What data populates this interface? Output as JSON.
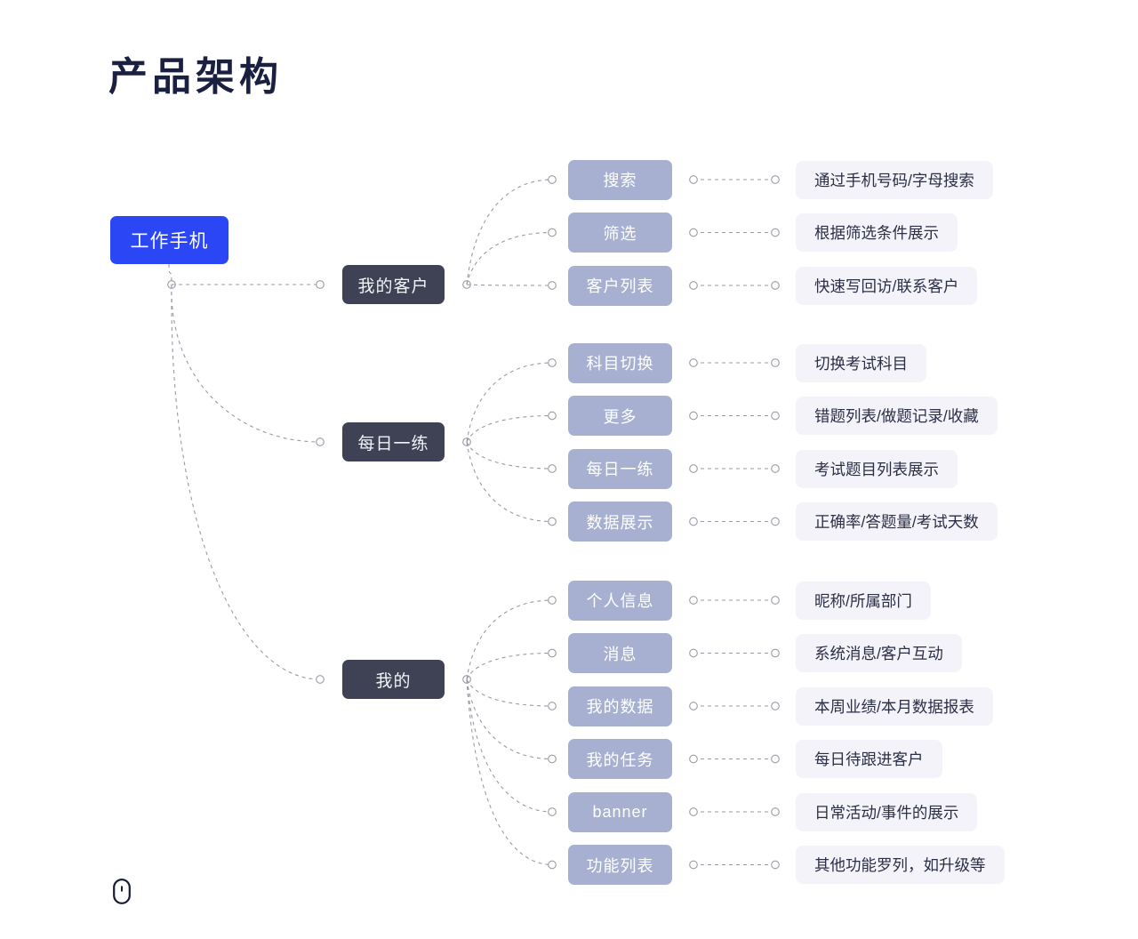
{
  "page": {
    "title": "产品架构",
    "background": "#ffffff",
    "title_color": "#1b2040"
  },
  "colors": {
    "root_node": "#2b46f5",
    "level2_node": "#3e4254",
    "level3_node": "#a7b0d0",
    "level4_node": "#f5f3fa",
    "connector": "#9a9aa6",
    "level4_text": "#2b2f45"
  },
  "footer": {
    "icon": "mouse-icon"
  },
  "tree": {
    "root": {
      "label": "工作手机"
    },
    "branches": [
      {
        "label": "我的客户",
        "children": [
          {
            "label": "搜索",
            "detail": "通过手机号码/字母搜索"
          },
          {
            "label": "筛选",
            "detail": "根据筛选条件展示"
          },
          {
            "label": "客户列表",
            "detail": "快速写回访/联系客户"
          }
        ]
      },
      {
        "label": "每日一练",
        "children": [
          {
            "label": "科目切换",
            "detail": "切换考试科目"
          },
          {
            "label": "更多",
            "detail": "错题列表/做题记录/收藏"
          },
          {
            "label": "每日一练",
            "detail": "考试题目列表展示"
          },
          {
            "label": "数据展示",
            "detail": "正确率/答题量/考试天数"
          }
        ]
      },
      {
        "label": "我的",
        "children": [
          {
            "label": "个人信息",
            "detail": "昵称/所属部门"
          },
          {
            "label": "消息",
            "detail": "系统消息/客户互动"
          },
          {
            "label": "我的数据",
            "detail": "本周业绩/本月数据报表"
          },
          {
            "label": "我的任务",
            "detail": "每日待跟进客户"
          },
          {
            "label": "banner",
            "detail": "日常活动/事件的展示"
          },
          {
            "label": "功能列表",
            "detail": "其他功能罗列，如升级等"
          }
        ]
      }
    ]
  }
}
